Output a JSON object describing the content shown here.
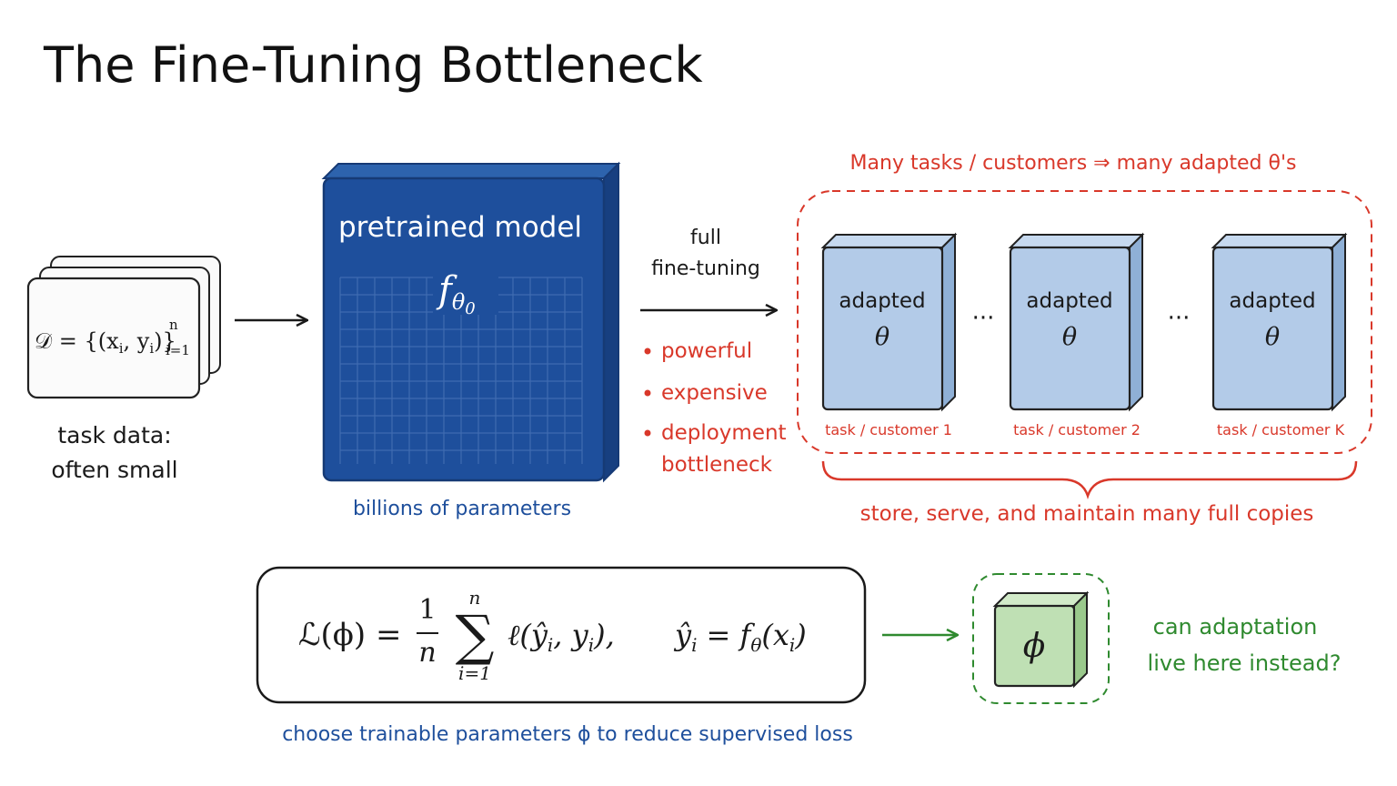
{
  "title": "The Fine-Tuning Bottleneck",
  "data_card": {
    "formula_prefix": "𝒟 = {(x",
    "formula_i1": "i",
    "formula_mid": ", y",
    "formula_i2": "i",
    "formula_close": ")}",
    "formula_sup": "n",
    "formula_sub": "i=1",
    "caption_line1": "task data:",
    "caption_line2": "often small"
  },
  "pretrained": {
    "label": "pretrained model",
    "symbol": "f",
    "symbol_sub": "θ",
    "symbol_subsub": "0",
    "caption": "billions of parameters",
    "color": "#1e4f9c"
  },
  "fine_tuning": {
    "label_line1": "full",
    "label_line2": "fine-tuning",
    "bullets": [
      "powerful",
      "expensive",
      "deployment",
      "bottleneck"
    ]
  },
  "adapted": {
    "header": "Many tasks / customers ⇒ many adapted θ's",
    "cards": [
      {
        "label": "adapted",
        "symbol": "θ",
        "caption": "task / customer 1"
      },
      {
        "label": "adapted",
        "symbol": "θ",
        "caption": "task / customer 2"
      },
      {
        "label": "adapted",
        "symbol": "θ",
        "caption": "task / customer K"
      }
    ],
    "ellipsis": "···",
    "brace_caption": "store, serve, and maintain many full copies",
    "fill_color": "#b3cbe8"
  },
  "loss": {
    "L": "ℒ(ϕ) =",
    "frac_num": "1",
    "frac_den": "n",
    "sum_top": "n",
    "sum_sym": "∑",
    "sum_bottom": "i=1",
    "term": "ℓ(ŷ",
    "term_i1": "i",
    "term_mid": ", y",
    "term_i2": "i",
    "term_close": "),",
    "yhat": "ŷ",
    "yhat_i": "i",
    "eq_rhs": "= f",
    "eq_theta": "θ",
    "eq_arg": "(x",
    "eq_arg_i": "i",
    "eq_close": ")",
    "caption": "choose trainable parameters ϕ to reduce supervised loss"
  },
  "phi_box": {
    "symbol": "ϕ",
    "question_line1": "can adaptation",
    "question_line2": "live here instead?",
    "fill_color": "#bfe0b4"
  }
}
